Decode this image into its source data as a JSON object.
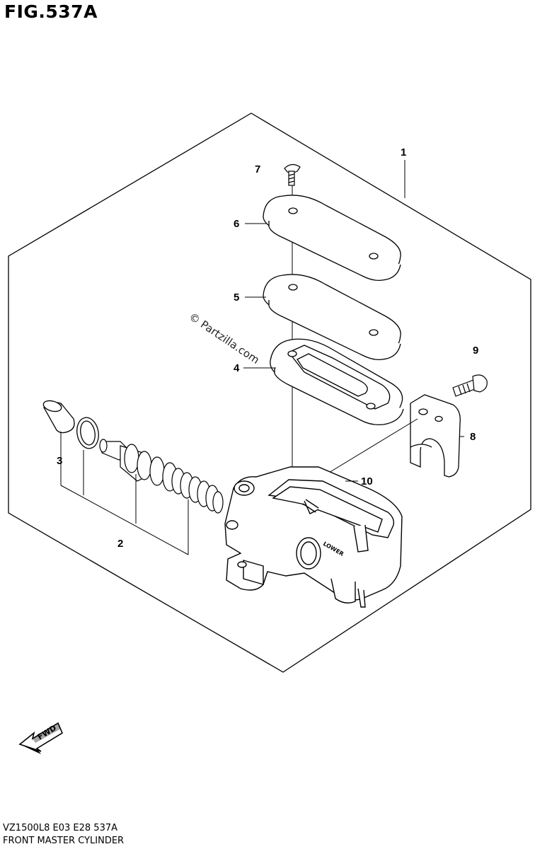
{
  "figure": {
    "title": "FIG.537A"
  },
  "watermark": {
    "text": "© Partzilla.com"
  },
  "direction_arrow": {
    "label": "FWD"
  },
  "callouts": [
    "1",
    "2",
    "3",
    "4",
    "5",
    "6",
    "7",
    "8",
    "9",
    "10"
  ],
  "body_marking": "LOWER",
  "footer": {
    "model_code": "VZ1500L8  E03  E28  537A",
    "part_name": "FRONT MASTER CYLINDER"
  }
}
